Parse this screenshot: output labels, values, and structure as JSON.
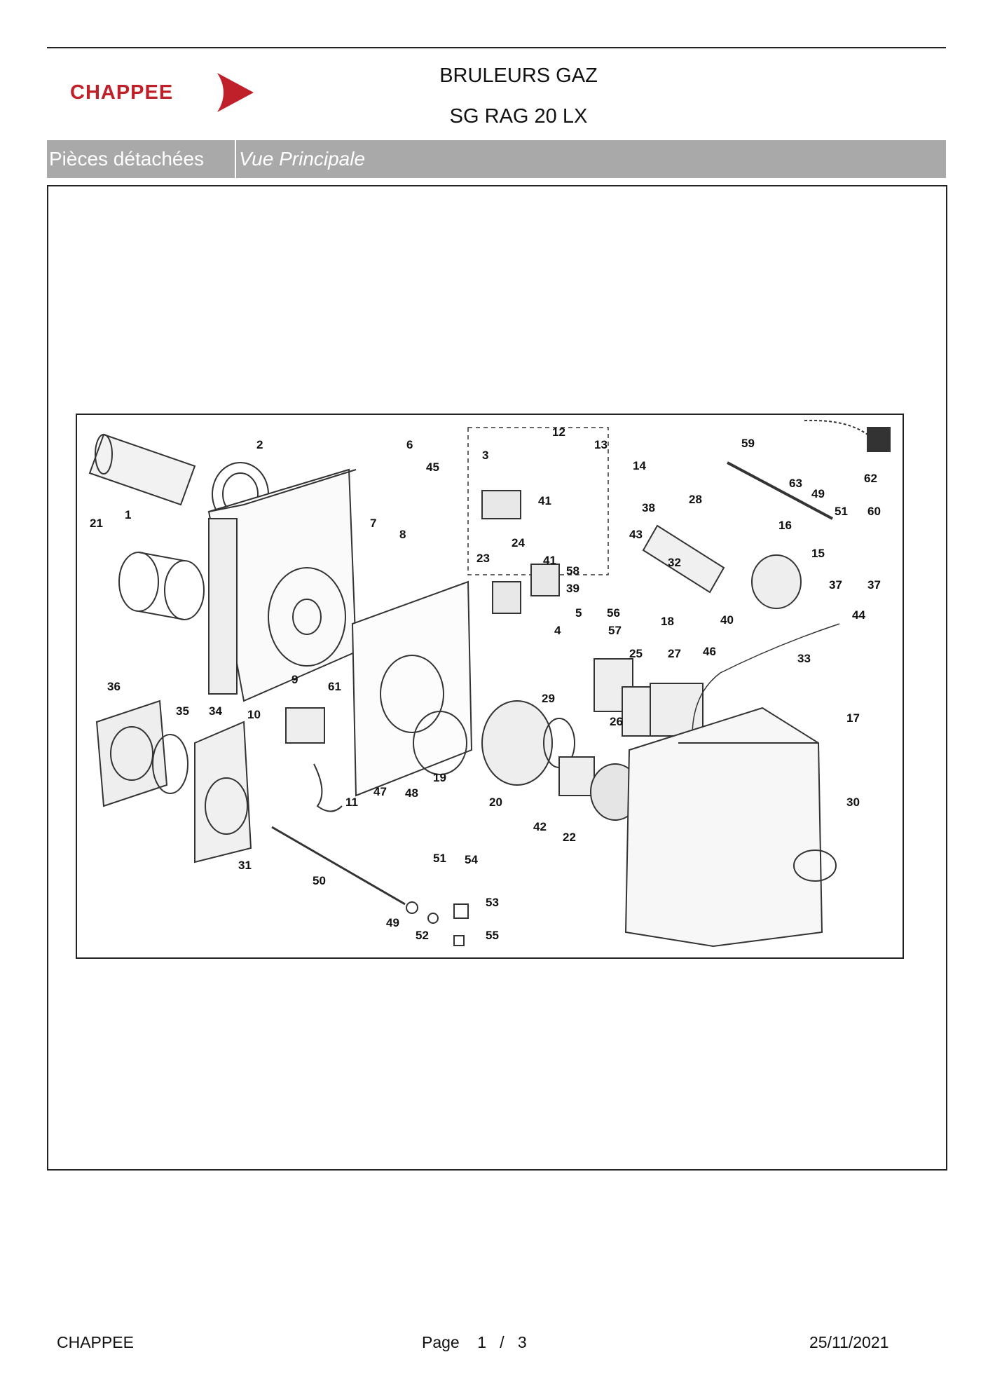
{
  "header": {
    "brand": "CHAPPEE",
    "title_line1": "BRULEURS GAZ",
    "title_line2": "SG RAG 20 LX"
  },
  "section_bar": {
    "left_label": "Pièces détachées",
    "right_label": "Vue Principale"
  },
  "diagram": {
    "callouts": [
      "1",
      "2",
      "3",
      "4",
      "5",
      "6",
      "7",
      "8",
      "9",
      "10",
      "11",
      "12",
      "13",
      "14",
      "15",
      "16",
      "17",
      "18",
      "19",
      "20",
      "21",
      "22",
      "23",
      "24",
      "25",
      "26",
      "27",
      "28",
      "29",
      "30",
      "31",
      "32",
      "33",
      "34",
      "35",
      "36",
      "37",
      "37",
      "38",
      "39",
      "40",
      "41",
      "41",
      "42",
      "43",
      "44",
      "45",
      "46",
      "47",
      "48",
      "49",
      "49",
      "50",
      "51",
      "51",
      "52",
      "53",
      "54",
      "55",
      "56",
      "57",
      "58",
      "59",
      "60",
      "61",
      "62",
      "63"
    ]
  },
  "footer": {
    "left": "CHAPPEE",
    "page_label": "Page",
    "page_current": "1",
    "page_sep": "/",
    "page_total": "3",
    "date": "25/11/2021"
  },
  "colors": {
    "brand_red": "#c0202a",
    "bar_gray": "#a9a9a9"
  }
}
